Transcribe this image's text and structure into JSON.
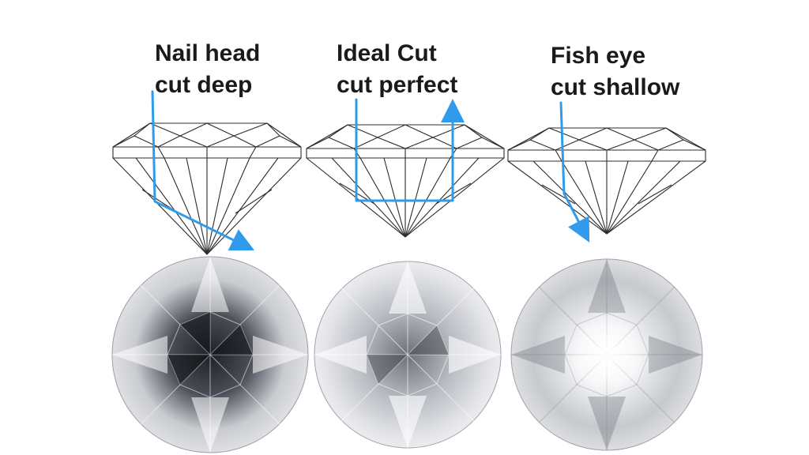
{
  "diagrams": [
    {
      "id": "deep",
      "title": "Nail head",
      "subtitle": "cut deep"
    },
    {
      "id": "ideal",
      "title": "Ideal Cut",
      "subtitle": "cut perfect"
    },
    {
      "id": "shallow",
      "title": "Fish eye",
      "subtitle": "cut shallow"
    }
  ],
  "colors": {
    "light_path": "#2f9bea",
    "facet_line": "#2b2b2b",
    "stone_light": "#f1f2f4",
    "stone_dark": "#2a2d33"
  },
  "icons": [
    "light-path-arrow",
    "diamond-profile",
    "diamond-top-view"
  ]
}
